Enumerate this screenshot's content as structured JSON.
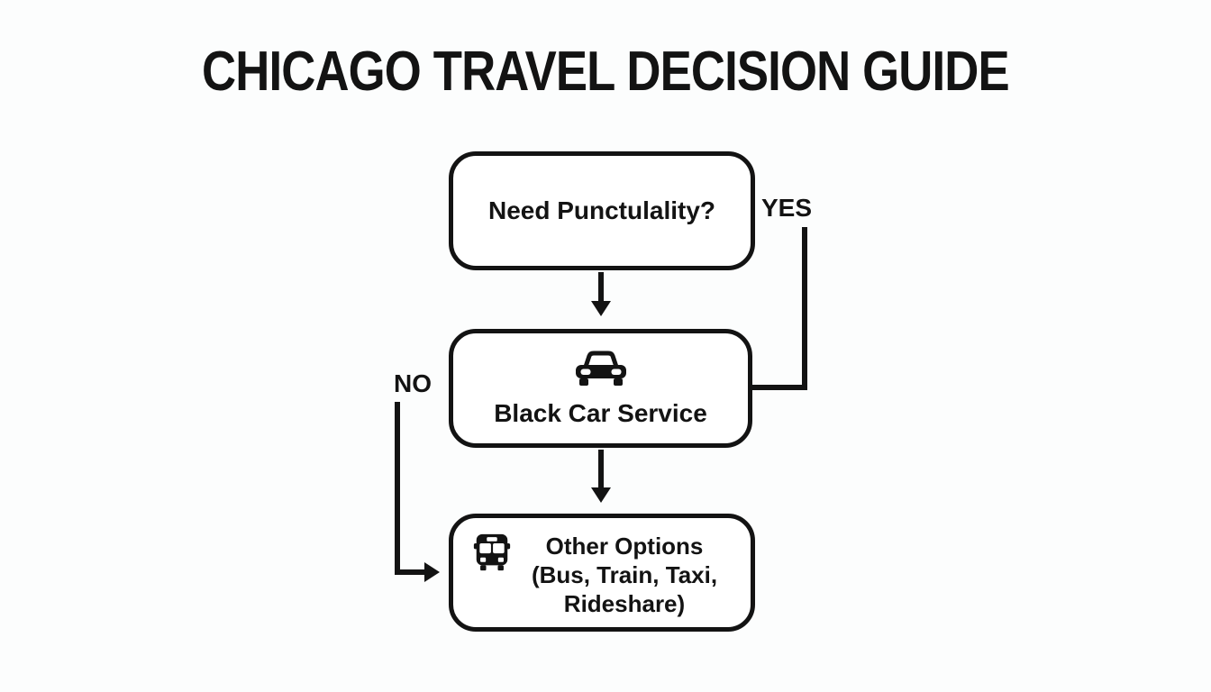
{
  "colors": {
    "ink": "#131313",
    "background": "#fcfdfd"
  },
  "title": "CHICAGO TRAVEL DECISION GUIDE",
  "flowchart": {
    "decision_box": {
      "label": "Need Punctulality?"
    },
    "yes_branch": {
      "label": "YES"
    },
    "no_branch": {
      "label": "NO"
    },
    "primary_box": {
      "icon": "car-icon",
      "label": "Black Car Service"
    },
    "other_box": {
      "icon": "bus-icon",
      "lines": [
        "Other Options",
        "(Bus, Train, Taxi,",
        "Rideshare)"
      ]
    }
  }
}
